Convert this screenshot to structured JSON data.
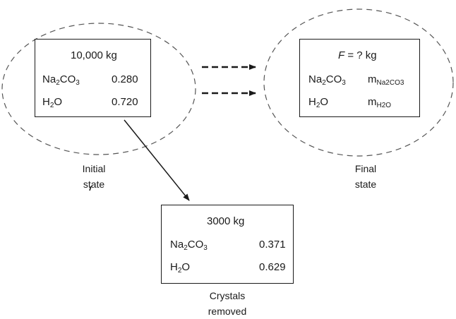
{
  "initial": {
    "mass": "10,000 kg",
    "rows": [
      {
        "base": "Na",
        "sub1": "2",
        "mid": "CO",
        "sub2": "3",
        "value": "0.280"
      },
      {
        "base": "H",
        "sub1": "2",
        "mid": "O",
        "value": "0.720"
      }
    ],
    "caption": [
      "Initial",
      "state"
    ]
  },
  "final": {
    "mass_var": "F",
    "mass_rest": " = ? kg",
    "rows": [
      {
        "base": "Na",
        "sub1": "2",
        "mid": "CO",
        "sub2": "3",
        "value_main": "m",
        "value_sub": "Na2CO3"
      },
      {
        "base": "H",
        "sub1": "2",
        "mid": "O",
        "value_main": "m",
        "value_sub": "H2O"
      }
    ],
    "caption": [
      "Final",
      "state"
    ]
  },
  "crystals": {
    "mass": "3000 kg",
    "rows": [
      {
        "base": "Na",
        "sub1": "2",
        "mid": "CO",
        "sub2": "3",
        "value": "0.371"
      },
      {
        "base": "H",
        "sub1": "2",
        "mid": "O",
        "value": "0.629"
      }
    ],
    "caption": [
      "Crystals",
      "removed"
    ]
  },
  "colors": {
    "ink": "#1a1a1a",
    "dashed_boundary": "#555555"
  }
}
